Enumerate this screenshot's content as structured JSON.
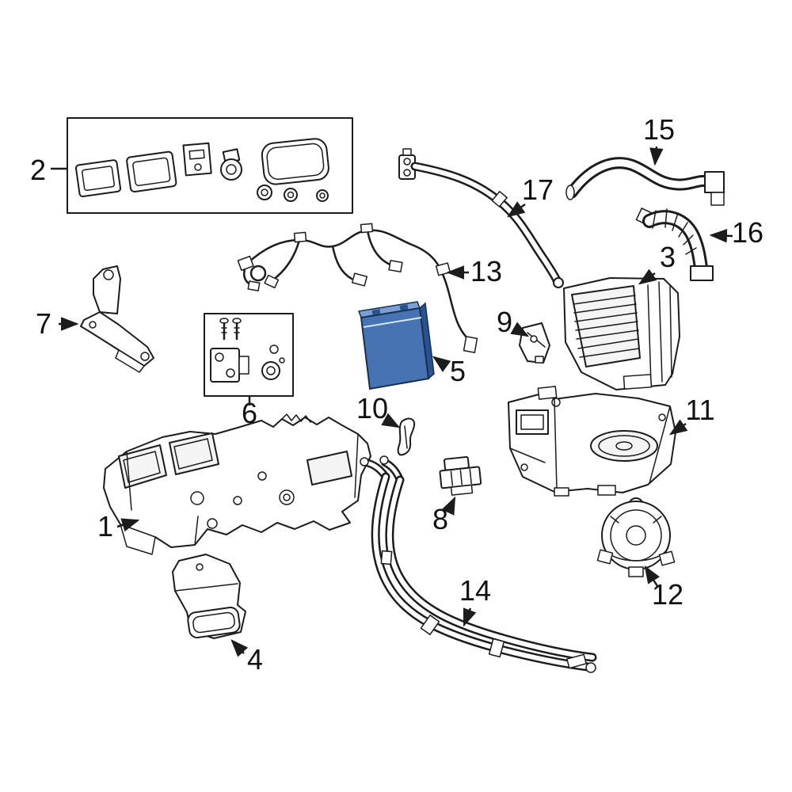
{
  "colors": {
    "line": "#1c1c1c",
    "background": "#ffffff",
    "highlight": "#4673b2",
    "highlight_dark": "#2c5190",
    "highlight_light": "#7b9fd4",
    "highlight_seam": "#d9e4f4"
  },
  "callouts": [
    {
      "num": "1"
    },
    {
      "num": "2"
    },
    {
      "num": "3"
    },
    {
      "num": "4"
    },
    {
      "num": "5"
    },
    {
      "num": "6"
    },
    {
      "num": "7"
    },
    {
      "num": "8"
    },
    {
      "num": "9"
    },
    {
      "num": "10"
    },
    {
      "num": "11"
    },
    {
      "num": "12"
    },
    {
      "num": "13"
    },
    {
      "num": "14"
    },
    {
      "num": "15"
    },
    {
      "num": "16"
    },
    {
      "num": "17"
    }
  ]
}
